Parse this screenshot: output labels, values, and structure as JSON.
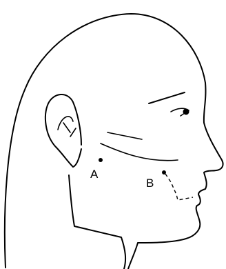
{
  "points": [
    {
      "id": "A",
      "label": "A"
    },
    {
      "id": "B",
      "label": "B"
    }
  ],
  "colors": {
    "stroke": "#000000",
    "background": "#ffffff"
  }
}
